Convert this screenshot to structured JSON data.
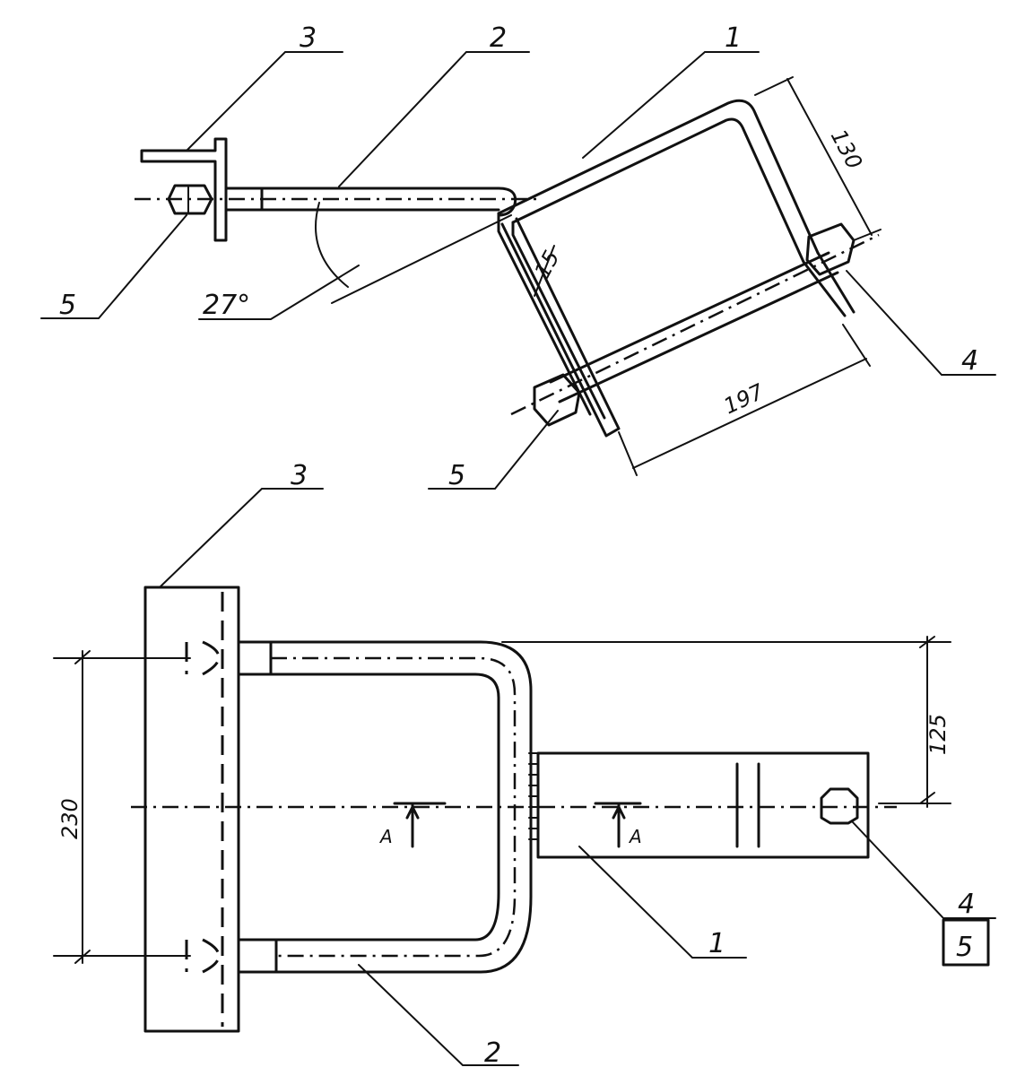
{
  "labels": {
    "top_plate": "3",
    "top_rod": "2",
    "top_ubolt": "1",
    "top_nut_left": "5",
    "top_angle": "27°",
    "top_nut_right": "4",
    "top_nut_lower": "5",
    "bottom_plate": "3",
    "bottom_ubolt": "1",
    "bottom_rod": "2",
    "bottom_nut": "4",
    "bottom_nut_box": "5"
  },
  "dimensions": {
    "top_width": "130",
    "top_thickness": "15",
    "top_length": "197",
    "bottom_height": "230",
    "bottom_offset": "125"
  },
  "section_marks": {
    "left": "A",
    "right": "A"
  }
}
